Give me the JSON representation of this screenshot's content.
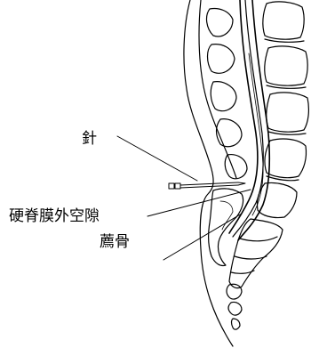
{
  "labels": {
    "needle": "針",
    "epidural_space": "硬脊膜外空隙",
    "sacrum": "薦骨"
  },
  "colors": {
    "line": "#000000",
    "background": "#ffffff"
  }
}
